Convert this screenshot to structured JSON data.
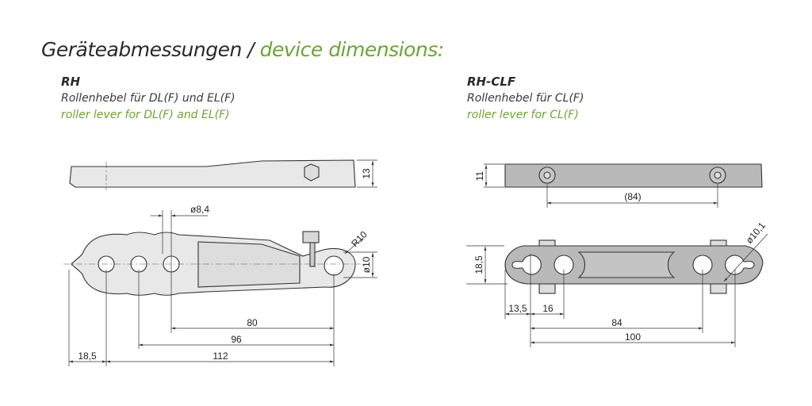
{
  "title": {
    "de": "Geräteabmessungen /",
    "en": "device dimensions:"
  },
  "rh": {
    "heading": "RH",
    "de": "Rollenhebel für DL(F) und EL(F)",
    "en": "roller lever for DL(F) and EL(F)",
    "dims": {
      "height": "13",
      "hole_dia": "ø8,4",
      "radius": "R10",
      "roller_dia": "ø10",
      "d80": "80",
      "d96": "96",
      "d112": "112",
      "d18_5": "18,5"
    }
  },
  "rhclf": {
    "heading": "RH-CLF",
    "de": "Rollenhebel für CL(F)",
    "en": "roller lever for CL(F)",
    "dims": {
      "height": "11",
      "ref84": "(84)",
      "width": "18,5",
      "hole_dia": "ø10,1",
      "d13_5": "13,5",
      "d16": "16",
      "d84": "84",
      "d100": "100"
    }
  },
  "colors": {
    "accent": "#6aa632",
    "part_rh": "#e8e8e8",
    "part_clf": "#b9b9b9"
  }
}
